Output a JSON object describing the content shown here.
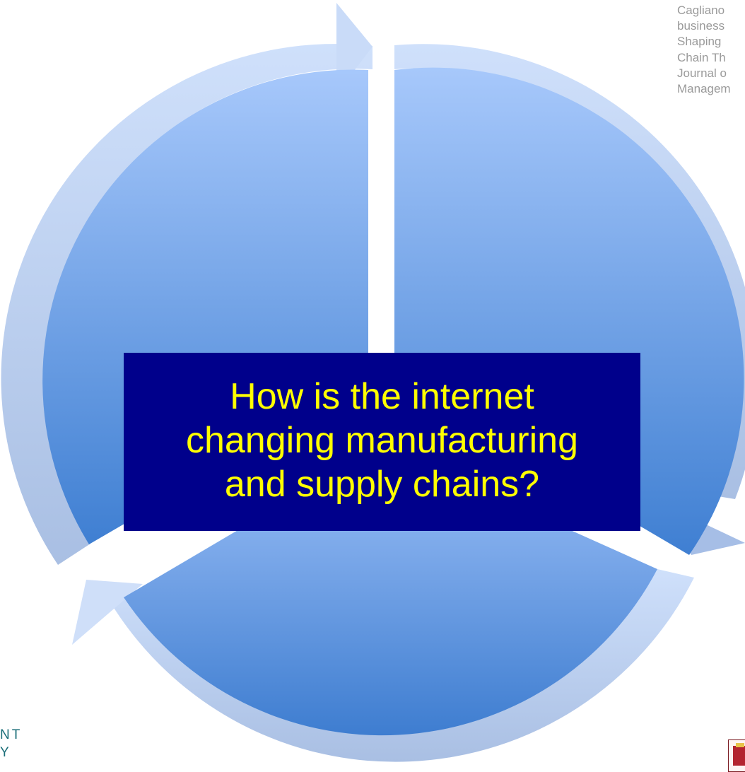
{
  "citation": {
    "lines": [
      "Cagliano",
      "business",
      "Shaping",
      "Chain Th",
      "Journal o",
      "Managem"
    ]
  },
  "question": {
    "lines": [
      "How is the internet",
      "changing manufacturing",
      "and supply chains?"
    ]
  },
  "logo": {
    "lines": [
      "NT",
      "Y"
    ]
  },
  "colors": {
    "arrow_fill": "#c3d5f4",
    "disc_top": "#a7c8fb",
    "disc_bottom": "#3f7fd2",
    "box": "#00008b",
    "question_text": "#ffff00",
    "citation_text": "#9a9a9a",
    "logo_text": "#1a6e78"
  },
  "icons": {
    "crest": "university-crest-icon"
  }
}
